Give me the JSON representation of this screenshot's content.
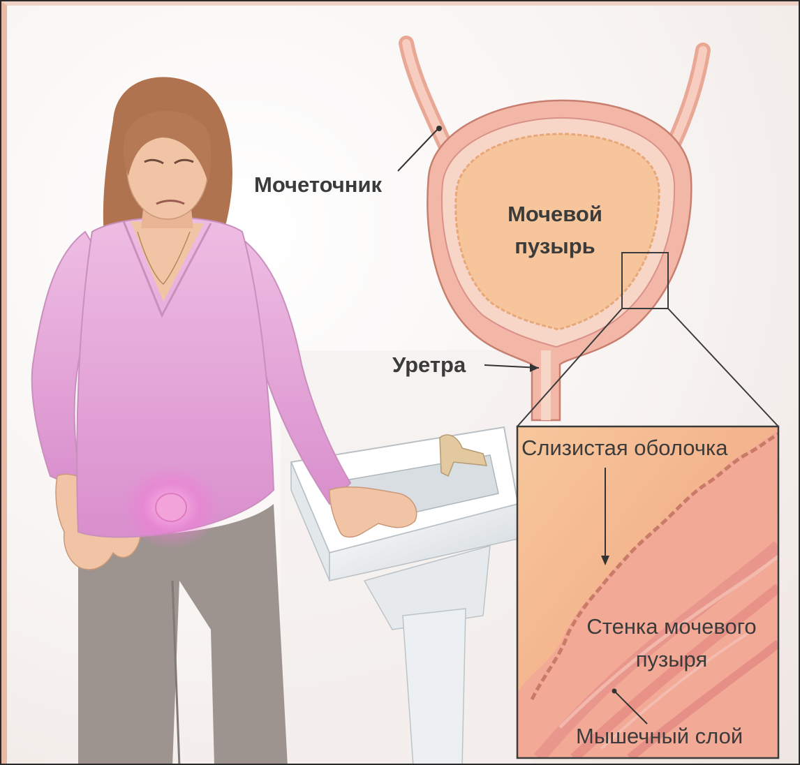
{
  "labels": {
    "ureter": "Мочеточник",
    "bladder_line1": "Мочевой",
    "bladder_line2": "пузырь",
    "urethra": "Уретра",
    "mucosa": "Слизистая оболочка",
    "wall_line1": "Стенка мочевого",
    "wall_line2": "пузыря",
    "muscle": "Мышечный слой"
  },
  "colors": {
    "bladder_wall": "#f2b7a6",
    "bladder_inner": "#f6c59b",
    "shirt": "#e6a6d6",
    "pants": "#9d9490",
    "skin": "#f1c4a6",
    "hair": "#b0734f",
    "sink": "#eef1f3"
  }
}
